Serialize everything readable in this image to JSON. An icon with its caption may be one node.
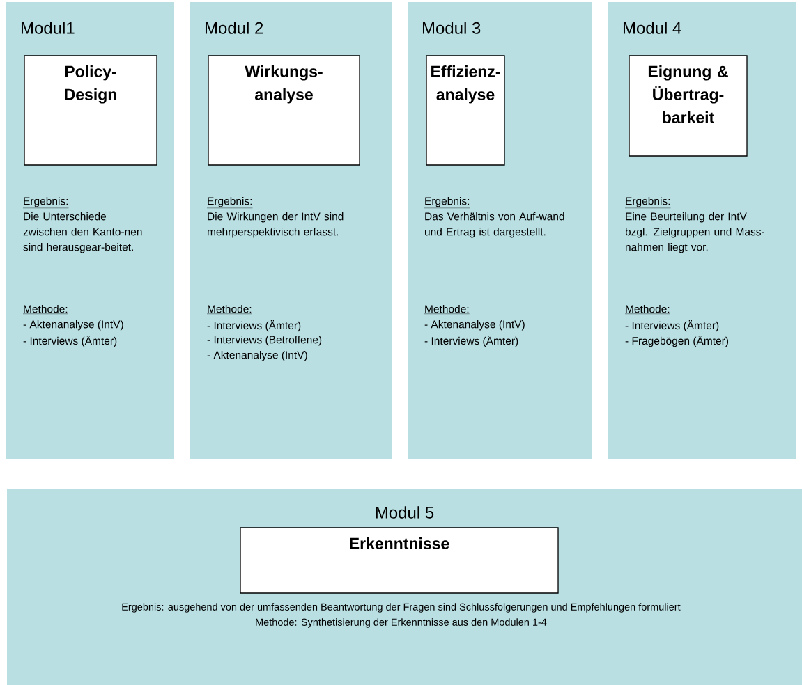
{
  "diagram": {
    "nodes": [
      {
        "text": [
          "Modul1",
          "Ergebnis:",
          "Die Unterschiede zwischen den Kanto-nen sind herausgear-beitet.",
          "Methode:",
          "- Aktenanalyse (IntV)",
          "- Interviews (Ämter)"
        ]
      },
      {
        "text": [
          "Policy-Design"
        ],
        "in": 0
      },
      {
        "text": [
          "Modul 2",
          "Ergebnis:",
          "Die Wirkungen der IntV sind mehrperspektivisch erfasst.",
          "Methode:",
          "- Interviews (Ämter)",
          "- Interviews (Betroffene)",
          "- Aktenanalyse (IntV)"
        ]
      },
      {
        "text": [
          "Wirkungs-analyse"
        ],
        "in": 2
      },
      {
        "text": [
          "Modul 3",
          "Ergebnis:",
          "Das Verhältnis von Auf-wand und Ertrag ist dargestellt.",
          "Methode:",
          "- Aktenanalyse (IntV)",
          "- Interviews (Ämter)"
        ]
      },
      {
        "text": [
          "Effizienz-analyse"
        ],
        "in": 4
      },
      {
        "text": [
          "Modul 4",
          "Ergebnis:",
          "Eine Beurteilung der IntV bzgl. Zielgruppen und Mass-nahmen liegt vor.",
          "Methode:",
          "- Interviews (Ämter)",
          "- Fragebögen (Ämter)"
        ]
      },
      {
        "text": [
          "Eignung & Übertrag-barkeit"
        ],
        "in": 6
      },
      {
        "text": [
          "Modul 5",
          "Ergebnis: ausgehend von der umfassenden Beantwortung der Fragen sind Schlussfolgerungen und Empfehlungen formuliert",
          "Methode: Synthetisierung der Erkenntnisse aus den Modulen 1-4"
        ]
      },
      {
        "text": [
          "Erkenntnisse"
        ],
        "in": 8
      }
    ]
  }
}
